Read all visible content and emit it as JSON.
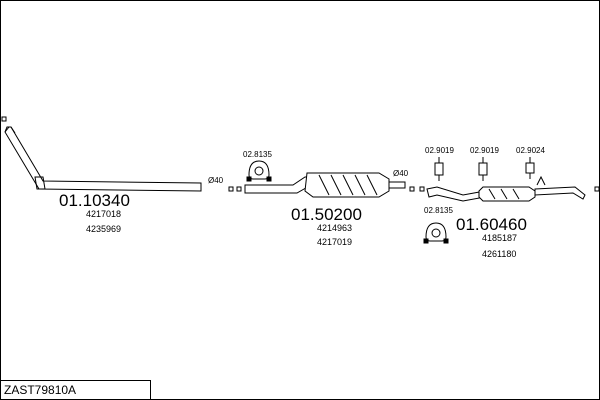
{
  "diagram_code": "ZAST79810A",
  "parts": [
    {
      "number": "01.10340",
      "refs": [
        "4217018",
        "4235969"
      ],
      "diameter_label": "Ø40"
    },
    {
      "number": "01.50200",
      "refs": [
        "4214963",
        "4217019"
      ],
      "diameter_label": "Ø40"
    },
    {
      "number": "01.60460",
      "refs": [
        "4185187",
        "4261180"
      ]
    }
  ],
  "accessories": [
    {
      "number": "02.8135"
    },
    {
      "number": "02.8135"
    },
    {
      "number": "02.9019"
    },
    {
      "number": "02.9019"
    },
    {
      "number": "02.9024"
    }
  ]
}
